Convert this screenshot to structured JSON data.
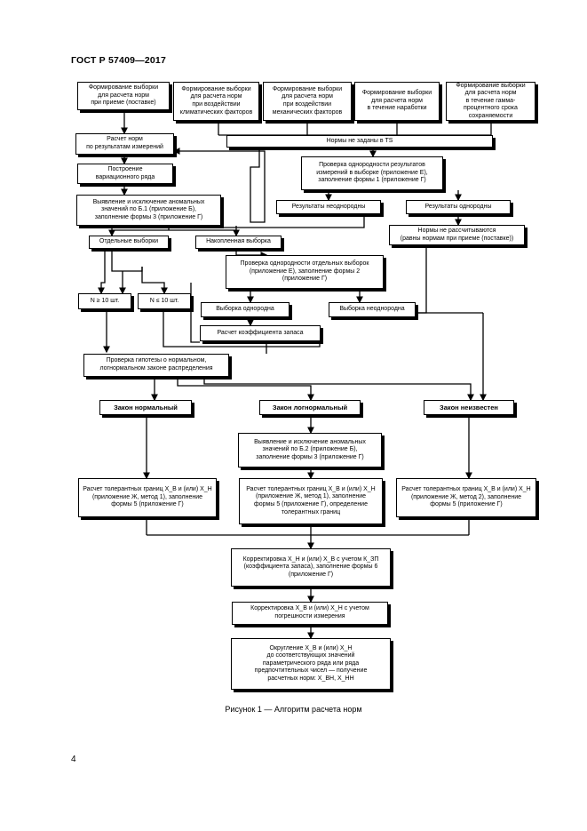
{
  "header": "ГОСТ Р 57409—2017",
  "boxes": {
    "b_form1": "Формирование выборки\nдля расчета норм\nпри приеме (поставке)",
    "b_form2": "Формирование выборки\nдля расчета норм\nпри воздействии\nклиматических факторов",
    "b_form3": "Формирование выборки\nдля расчета норм\nпри воздействии\nмеханических факторов",
    "b_form4": "Формирование выборки\nдля расчета норм\nв течение наработки",
    "b_form5": "Формирование выборки\nдля расчета норм\nв течение гамма-\nпроцентного срока\nсохраняемости",
    "b_calc_meas": "Расчет норм\nпо результатам измерений",
    "b_ts": "Нормы не заданы в ТS",
    "b_build": "Построение\nвариационного ряда",
    "b_check_homog": "Проверка однородности результатов\nизмерений в выборке (приложение Е),\nзаполнение формы 1 (приложение Г)",
    "b_detect1": "Выявление и исключение аномальных\nзначений по Б.1 (приложение Б),\nзаполнение формы 3 (приложение Г)",
    "b_nonhomog": "Результаты неоднородны",
    "b_homog": "Результаты однородны",
    "b_not_calc": "Нормы не рассчитываются\n(равны нормам при приеме (поставке))",
    "b_separate": "Отдельные выборки",
    "b_accum": "Накопленная выборка",
    "b_check_sep": "Проверка однородности отдельных выборок\n(приложение Е), заполнение формы 2\n(приложение Г)",
    "b_nge": "N ≥ 10 шт.",
    "b_nle": "N ≤ 10 шт.",
    "b_samp_homog": "Выборка однородна",
    "b_samp_nonhomog": "Выборка неоднородна",
    "b_reserve": "Расчет коэффициента запаса",
    "b_hypo": "Проверка гипотезы о нормальном,\nлогнормальном законе распределения",
    "b_normal": "Закон нормальный",
    "b_lognormal": "Закон логнормальный",
    "b_unknown": "Закон неизвестен",
    "b_detect2": "Выявление и исключение аномальных\nзначений по Б.2 (приложение Б),\nзаполнение формы 3 (приложение Г)",
    "b_tol1": "Расчет толерантных границ Х_В и (или) Х_Н\n(приложение Ж, метод 1), заполнение\nформы 5 (приложение Г)",
    "b_tol2": "Расчет толерантных границ Х_В и (или) Х_Н\n(приложение Ж, метод 1), заполнение\nформы 5 (приложение Г), определение\nтолерантных границ",
    "b_tol3": "Расчет толерантных границ Х_В и (или) Х_Н\n(приложение Ж, метод 2), заполнение\nформы 5 (приложение Г)",
    "b_correct1": "Корректировка Х_Н и (или) Х_В с учетом К_ЗП\n(коэффициента запаса), заполнение формы 6\n(приложение Г)",
    "b_correct2": "Корректировка Х_В и (или) Х_Н с учетом\nпогрешности измерения",
    "b_round": "Округление Х_В и (или) Х_Н\nдо соответствующих значений\nпараметрического ряда или ряда\nпредпочтительных чисел — получение\nрасчетных норм: Х_ВН, Х_НН"
  },
  "caption": "Рисунок 1 — Алгоритм расчета норм",
  "page_number": "4"
}
